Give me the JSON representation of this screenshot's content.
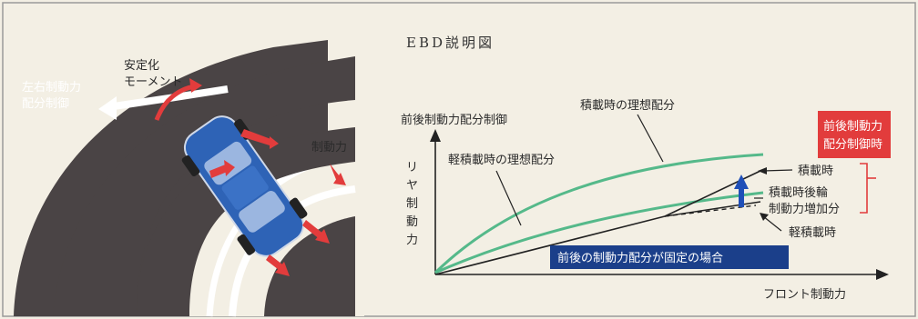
{
  "title": "EBD説明図",
  "left": {
    "lr_force_label_line1": "左右制動力",
    "lr_force_label_line2": "配分制御",
    "moment_label_line1": "安定化",
    "moment_label_line2": "モーメント",
    "brake_force_label": "制動力"
  },
  "graph": {
    "top_label": "前後制動力配分制御",
    "y_label_chars": [
      "リ",
      "ヤ",
      "制",
      "動",
      "力"
    ],
    "x_label": "フロント制動力",
    "loaded_ideal_label": "積載時の理想配分",
    "light_ideal_label": "軽積載時の理想配分",
    "loaded_label": "積載時",
    "increase_label_line1": "積載時後輪",
    "increase_label_line2": "制動力増加分",
    "light_label": "軽積載時",
    "fixed_label": "前後の制動力配分が固定の場合",
    "ebd_box_line1": "前後制動力",
    "ebd_box_line2": "配分制御時"
  },
  "colors": {
    "background": "#f3efe4",
    "road": "#4a4445",
    "curve_green": "#55b98a",
    "fixed_box": "#1b3f8a",
    "ebd_box": "#e23c3c",
    "car_body": "#2e63b6",
    "arrow_red": "#e23c3c",
    "increase_arrow": "#1f4fb8"
  }
}
